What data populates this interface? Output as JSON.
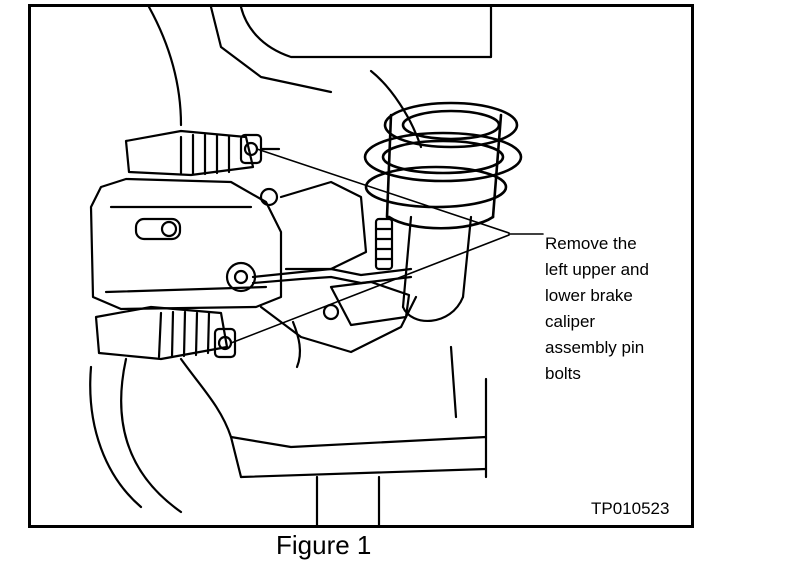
{
  "callout": {
    "text": "Remove the\nleft upper and\nlower brake\ncaliper\nassembly pin\nbolts"
  },
  "figure_id": "TP010523",
  "caption": "Figure 1"
}
